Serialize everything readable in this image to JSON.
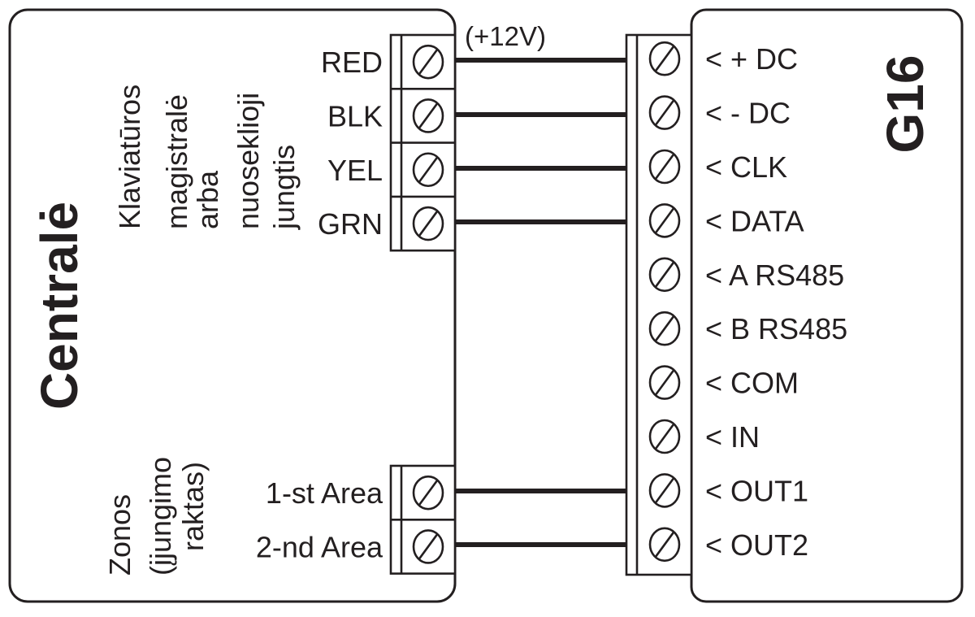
{
  "colors": {
    "ink": "#231f20",
    "background": "#ffffff"
  },
  "centrale": {
    "title": "Centralė",
    "keypad_bus_caption": [
      "Klaviatūros",
      "magistralė",
      "arba",
      "nuoseklioji",
      "jungtis"
    ],
    "zones_caption": [
      "Zonos",
      "(įjungimo",
      "raktas)"
    ],
    "keypad_terminals": [
      {
        "label": "RED"
      },
      {
        "label": "BLK"
      },
      {
        "label": "YEL"
      },
      {
        "label": "GRN"
      }
    ],
    "zone_terminals": [
      {
        "label": "1-st Area"
      },
      {
        "label": "2-nd Area"
      }
    ]
  },
  "wire_note": "(+12V)",
  "g16": {
    "title": "G16",
    "terminals": [
      {
        "label": "< + DC"
      },
      {
        "label": "< - DC"
      },
      {
        "label": "< CLK"
      },
      {
        "label": "< DATA"
      },
      {
        "label": "< A RS485"
      },
      {
        "label": "< B RS485"
      },
      {
        "label": "< COM"
      },
      {
        "label": "< IN"
      },
      {
        "label": "< OUT1"
      },
      {
        "label": "< OUT2"
      }
    ]
  },
  "connections": [
    {
      "from": "RED",
      "to": "< + DC"
    },
    {
      "from": "BLK",
      "to": "< - DC"
    },
    {
      "from": "YEL",
      "to": "< CLK"
    },
    {
      "from": "GRN",
      "to": "< DATA"
    },
    {
      "from": "1-st Area",
      "to": "< OUT1"
    },
    {
      "from": "2-nd Area",
      "to": "< OUT2"
    }
  ]
}
